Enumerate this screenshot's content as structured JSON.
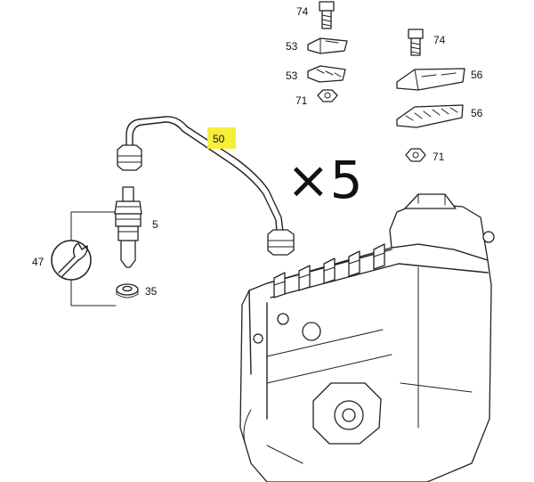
{
  "labels": {
    "l74a": "74",
    "l53a": "53",
    "l53b": "53",
    "l71a": "71",
    "l74b": "74",
    "l56a": "56",
    "l56b": "56",
    "l71b": "71",
    "l50": "50",
    "l5": "5",
    "l47": "47",
    "l35": "35"
  },
  "annotation": {
    "multiplier": "×5"
  },
  "colors": {
    "highlight": "#f6ef3a",
    "ink": "#222222"
  },
  "icons": {
    "tool": "wrench-icon"
  }
}
